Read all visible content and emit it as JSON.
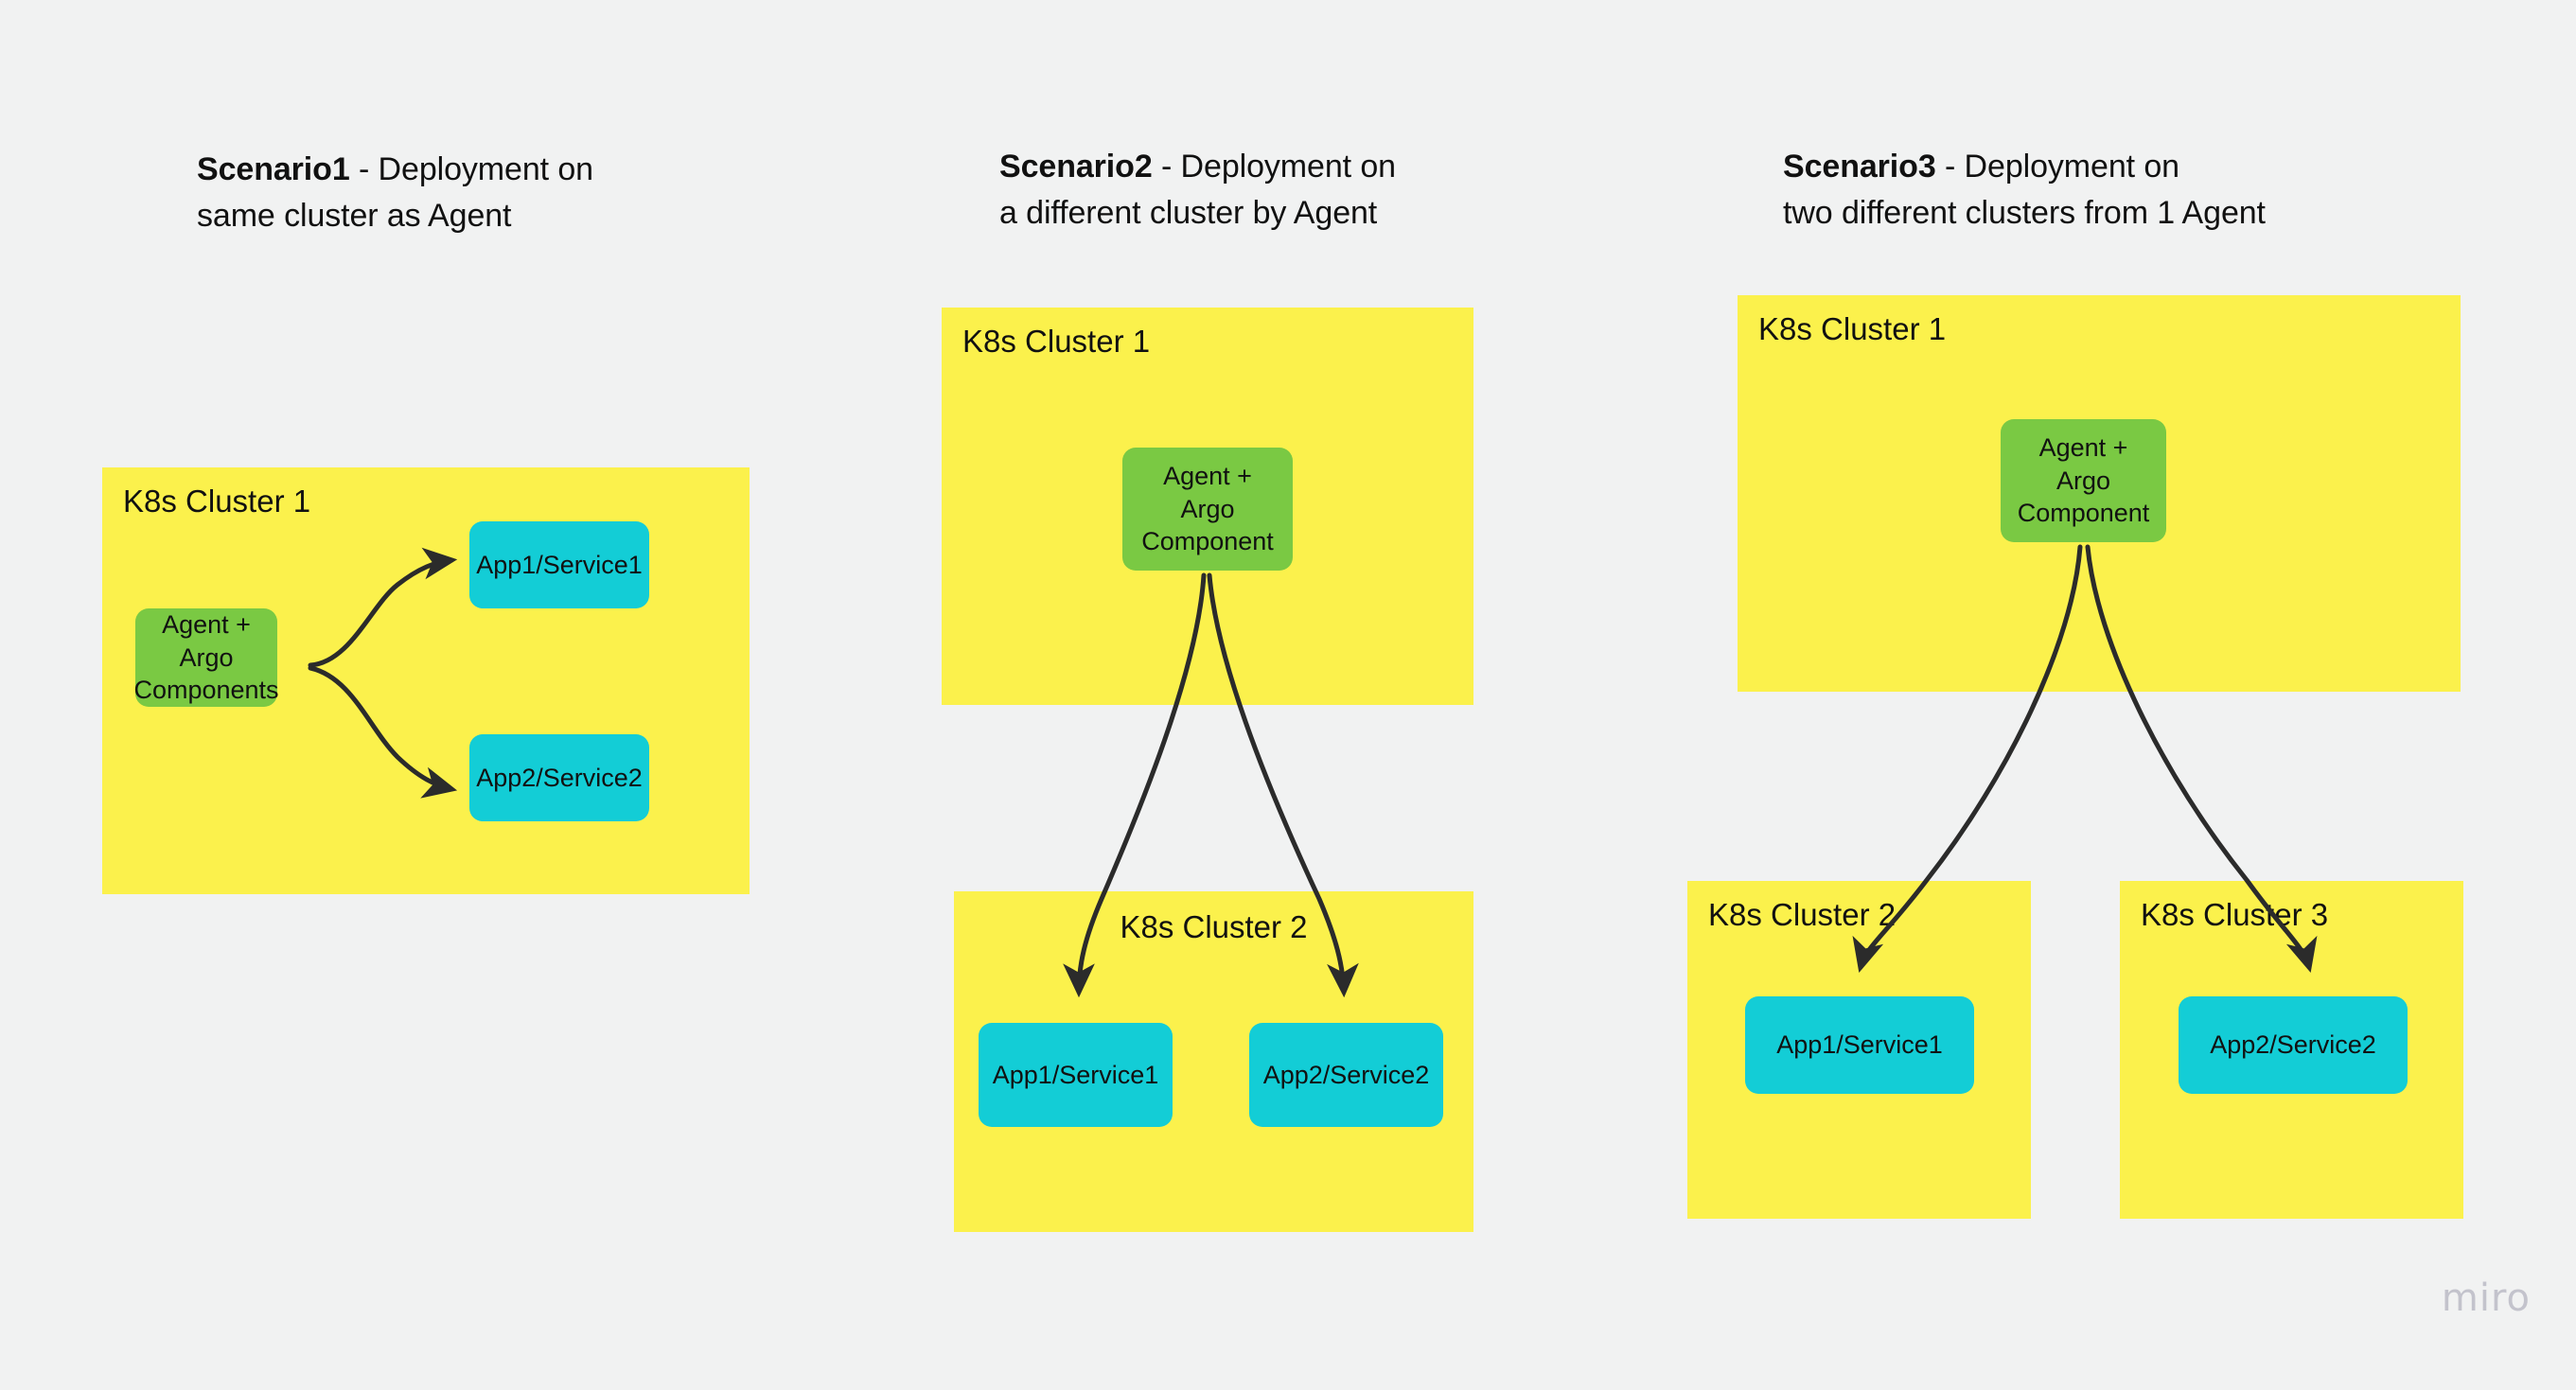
{
  "board": {
    "background_color": "#f1f2f2",
    "watermark": "miro"
  },
  "palette": {
    "cluster_yellow": "#FBF14C",
    "agent_green": "#7AC943",
    "app_cyan": "#13CDD6",
    "divider_dark": "#3c3c3c",
    "text_dark": "#111111",
    "watermark_gray": "#c3c3cc"
  },
  "scenarios": [
    {
      "id": "scenario-1",
      "title_lead": "Scenario1",
      "title_rest": " - Deployment on\nsame cluster as Agent",
      "clusters": [
        {
          "id": "s1-cluster-1",
          "label": "K8s Cluster 1",
          "nodes": [
            {
              "id": "s1-agent",
              "label": "Agent + Argo\nComponents",
              "kind": "green"
            },
            {
              "id": "s1-app1",
              "label": "App1/Service1",
              "kind": "cyan"
            },
            {
              "id": "s1-app2",
              "label": "App2/Service2",
              "kind": "cyan"
            }
          ]
        }
      ],
      "connections": [
        {
          "from": "s1-agent",
          "to": "s1-app1"
        },
        {
          "from": "s1-agent",
          "to": "s1-app2"
        }
      ]
    },
    {
      "id": "scenario-2",
      "title_lead": "Scenario2",
      "title_rest": " - Deployment on\na different cluster by Agent",
      "clusters": [
        {
          "id": "s2-cluster-1",
          "label": "K8s Cluster 1",
          "nodes": [
            {
              "id": "s2-agent",
              "label": "Agent +\nArgo\nComponent",
              "kind": "green"
            }
          ]
        },
        {
          "id": "s2-cluster-2",
          "label": "K8s Cluster 2",
          "nodes": [
            {
              "id": "s2-app1",
              "label": "App1/Service1",
              "kind": "cyan"
            },
            {
              "id": "s2-app2",
              "label": "App2/Service2",
              "kind": "cyan"
            }
          ]
        }
      ],
      "connections": [
        {
          "from": "s2-agent",
          "to": "s2-app1"
        },
        {
          "from": "s2-agent",
          "to": "s2-app2"
        }
      ]
    },
    {
      "id": "scenario-3",
      "title_lead": "Scenario3",
      "title_rest": " - Deployment on\ntwo different clusters from 1 Agent",
      "clusters": [
        {
          "id": "s3-cluster-1",
          "label": "K8s Cluster 1",
          "nodes": [
            {
              "id": "s3-agent",
              "label": "Agent +\nArgo\nComponent",
              "kind": "green"
            }
          ]
        },
        {
          "id": "s3-cluster-2",
          "label": "K8s Cluster 2",
          "nodes": [
            {
              "id": "s3-app1",
              "label": "App1/Service1",
              "kind": "cyan"
            }
          ]
        },
        {
          "id": "s3-cluster-3",
          "label": "K8s Cluster 3",
          "nodes": [
            {
              "id": "s3-app2",
              "label": "App2/Service2",
              "kind": "cyan"
            }
          ]
        }
      ],
      "connections": [
        {
          "from": "s3-agent",
          "to": "s3-app1"
        },
        {
          "from": "s3-agent",
          "to": "s3-app2"
        }
      ]
    }
  ]
}
